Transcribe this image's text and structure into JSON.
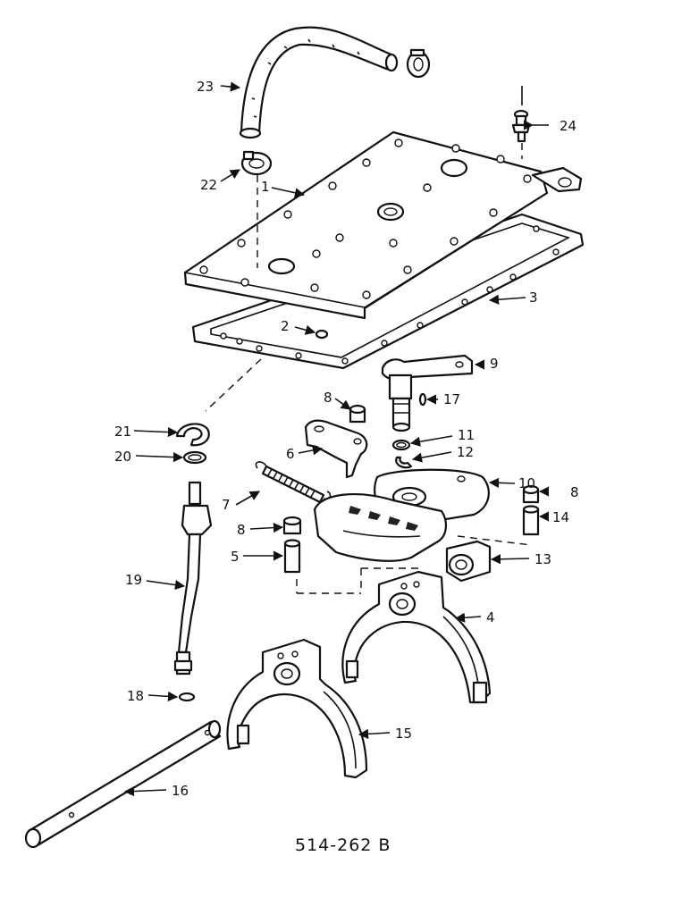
{
  "drawing_ref": "514-262 B",
  "callouts": {
    "p1": "1",
    "p2": "2",
    "p3": "3",
    "p4": "4",
    "p5": "5",
    "p6": "6",
    "p7": "7",
    "p8a": "8",
    "p8b": "8",
    "p8c": "8",
    "p9": "9",
    "p10": "10",
    "p11": "11",
    "p12": "12",
    "p13": "13",
    "p14": "14",
    "p15": "15",
    "p16": "16",
    "p17": "17",
    "p18": "18",
    "p19": "19",
    "p20": "20",
    "p21": "21",
    "p22": "22",
    "p23": "23",
    "p24": "24"
  }
}
